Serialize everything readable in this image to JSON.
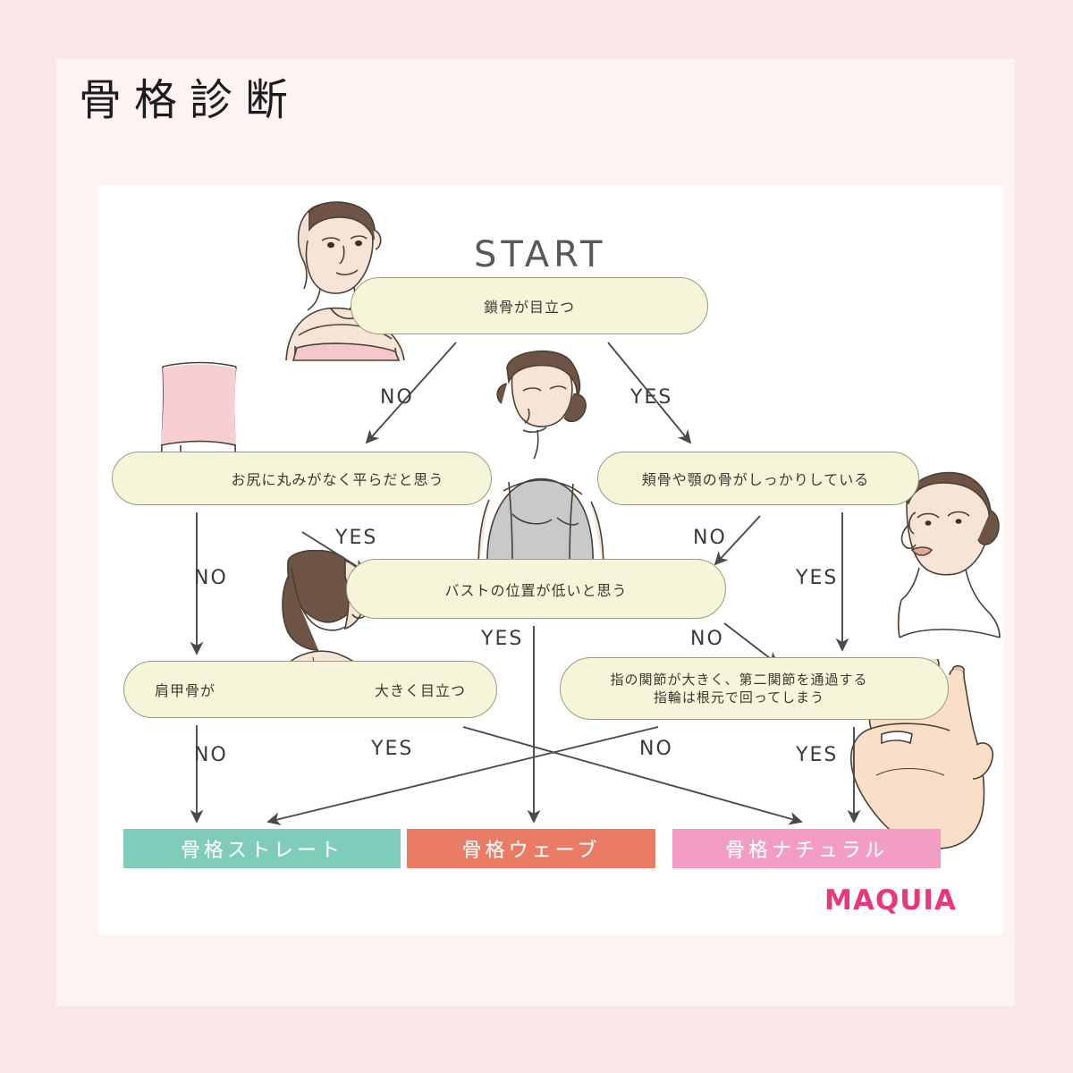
{
  "page": {
    "title": "骨格診断",
    "brand": "MAQUIA",
    "brand_color": "#e8377d",
    "background_color": "#fbe7e7",
    "panel_color": "#fdf3f2",
    "card_color": "#ffffff"
  },
  "flow": {
    "start_label": "START",
    "box_fill": "#f6f5da",
    "box_border": "#9d9a7e",
    "nodes": [
      {
        "id": "start",
        "text": "鎖骨が目立つ"
      },
      {
        "id": "hip",
        "text": "お尻に丸みがなく平らだと思う"
      },
      {
        "id": "cheek",
        "text": "頬骨や顎の骨がしっかりしている"
      },
      {
        "id": "bust",
        "text": "バストの位置が低いと思う"
      },
      {
        "id": "scapula_left",
        "text": "肩甲骨が"
      },
      {
        "id": "scapula_right",
        "text": "大きく目立つ"
      },
      {
        "id": "finger_line1",
        "text": "指の関節が大きく、第二関節を通過する"
      },
      {
        "id": "finger_line2",
        "text": "指輪は根元で回ってしまう"
      }
    ],
    "edges": [
      {
        "id": "e1",
        "from": "start",
        "to": "hip",
        "label": "NO"
      },
      {
        "id": "e2",
        "from": "start",
        "to": "cheek",
        "label": "YES"
      },
      {
        "id": "e3",
        "from": "hip",
        "to": "scapula",
        "label": "NO"
      },
      {
        "id": "e4",
        "from": "hip",
        "to": "bust",
        "label": "YES"
      },
      {
        "id": "e5",
        "from": "cheek",
        "to": "bust",
        "label": "NO"
      },
      {
        "id": "e6",
        "from": "cheek",
        "to": "finger",
        "label": "YES"
      },
      {
        "id": "e7",
        "from": "bust",
        "to": "wave",
        "label": "YES"
      },
      {
        "id": "e8",
        "from": "bust",
        "to": "finger",
        "label": "NO"
      },
      {
        "id": "e9",
        "from": "scapula",
        "to": "straight",
        "label": "NO"
      },
      {
        "id": "e10",
        "from": "scapula",
        "to": "natural",
        "label": "YES"
      },
      {
        "id": "e11",
        "from": "finger",
        "to": "straight",
        "label": "NO"
      },
      {
        "id": "e12",
        "from": "finger",
        "to": "natural",
        "label": "YES"
      }
    ]
  },
  "results": [
    {
      "id": "straight",
      "label": "骨格ストレート",
      "color": "#7fccbb"
    },
    {
      "id": "wave",
      "label": "骨格ウェーブ",
      "color": "#ea7b65"
    },
    {
      "id": "natural",
      "label": "骨格ナチュラル",
      "color": "#f39dc4"
    }
  ]
}
